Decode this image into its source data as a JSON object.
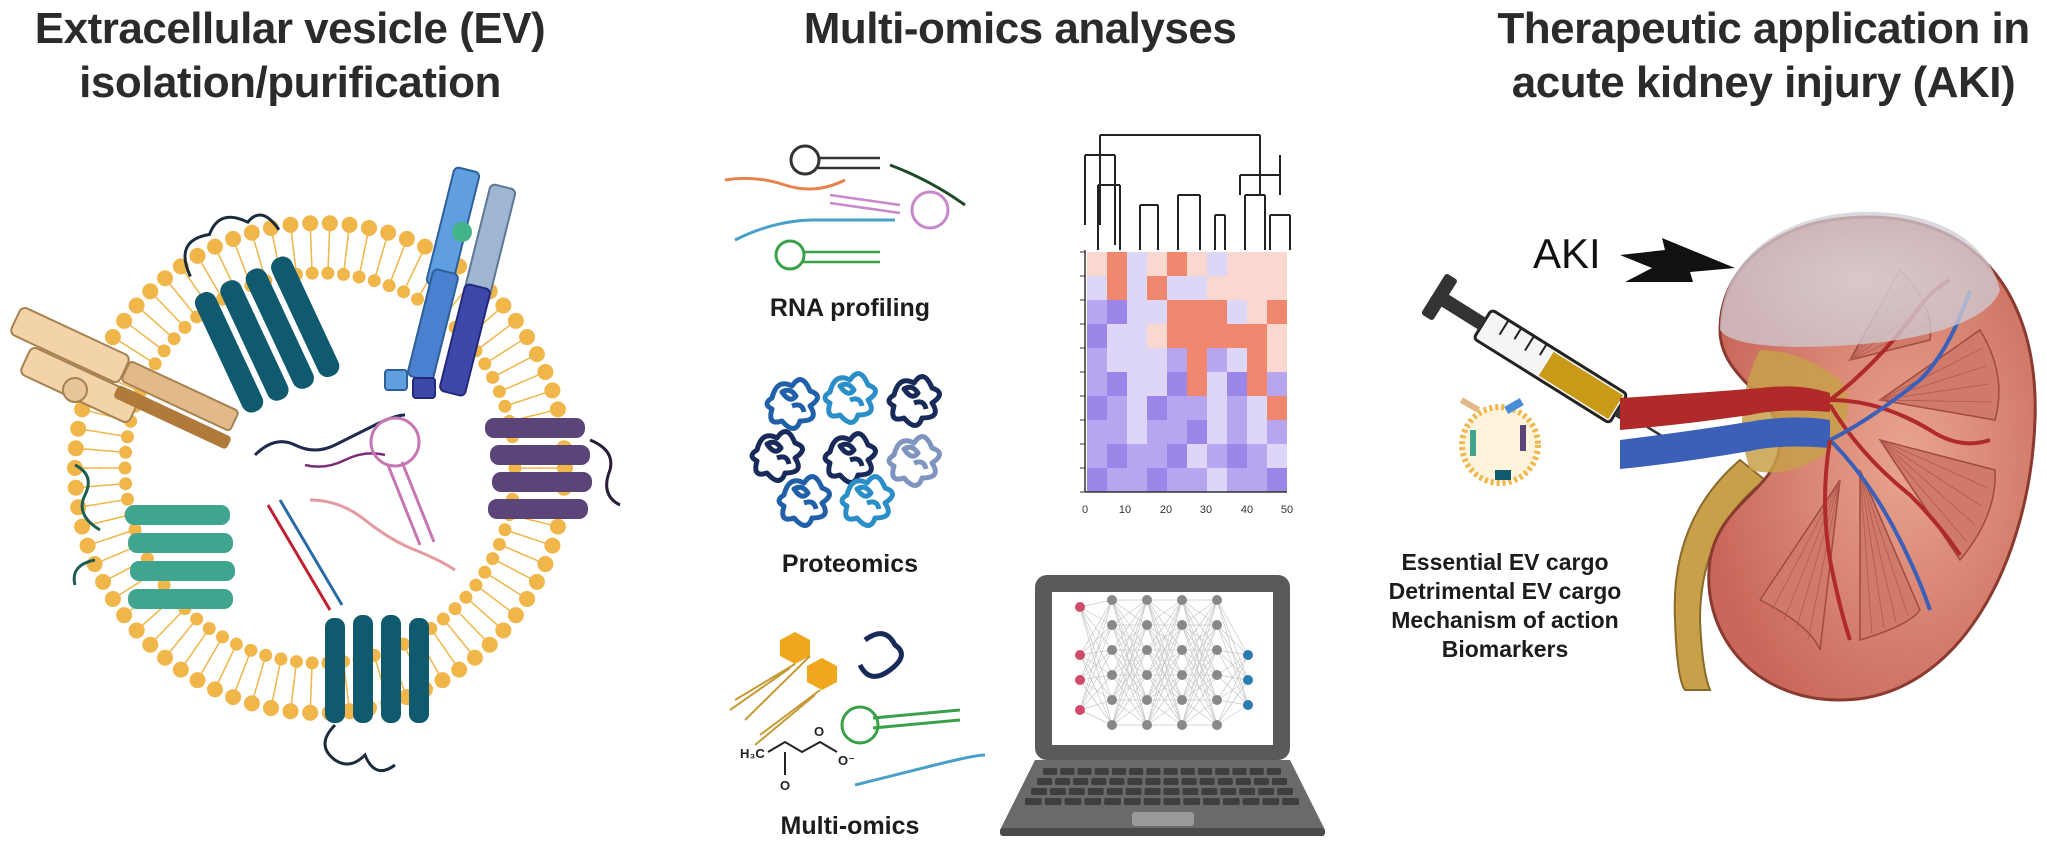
{
  "sections": {
    "ev": {
      "line1": "Extracellular vesicle (EV)",
      "line2": "isolation/purification"
    },
    "omics": {
      "line1": "Multi-omics analyses"
    },
    "therapy": {
      "line1": "Therapeutic application in",
      "line2": "acute kidney injury (AKI)"
    }
  },
  "omics_labels": {
    "rna": "RNA profiling",
    "proteomics": "Proteomics",
    "multiomics": "Multi-omics"
  },
  "aki_label": "AKI",
  "cargo": [
    "Essential EV cargo",
    "Detrimental EV cargo",
    "Mechanism of action",
    "Biomarkers"
  ],
  "heatmap_axis": {
    "ticks": [
      "0",
      "10",
      "20",
      "30",
      "40",
      "50"
    ]
  },
  "chemistry": {
    "methyl": "H₃C",
    "oxygen_top": "O",
    "oxygen_bottom": "O",
    "anion": "O⁻"
  },
  "colors": {
    "membrane": "#f0b64a",
    "teal_protein": "#3fa58f",
    "navy_protein": "#0f5a6e",
    "purple_protein": "#5b4478",
    "antibody_blue": "#4a8fd6",
    "heat_high": "#f2876f",
    "heat_low": "#9b86ea",
    "kidney": "#d98070",
    "artery": "#b02a2a",
    "vein": "#3c5fb8",
    "ureter": "#c8a04a"
  }
}
